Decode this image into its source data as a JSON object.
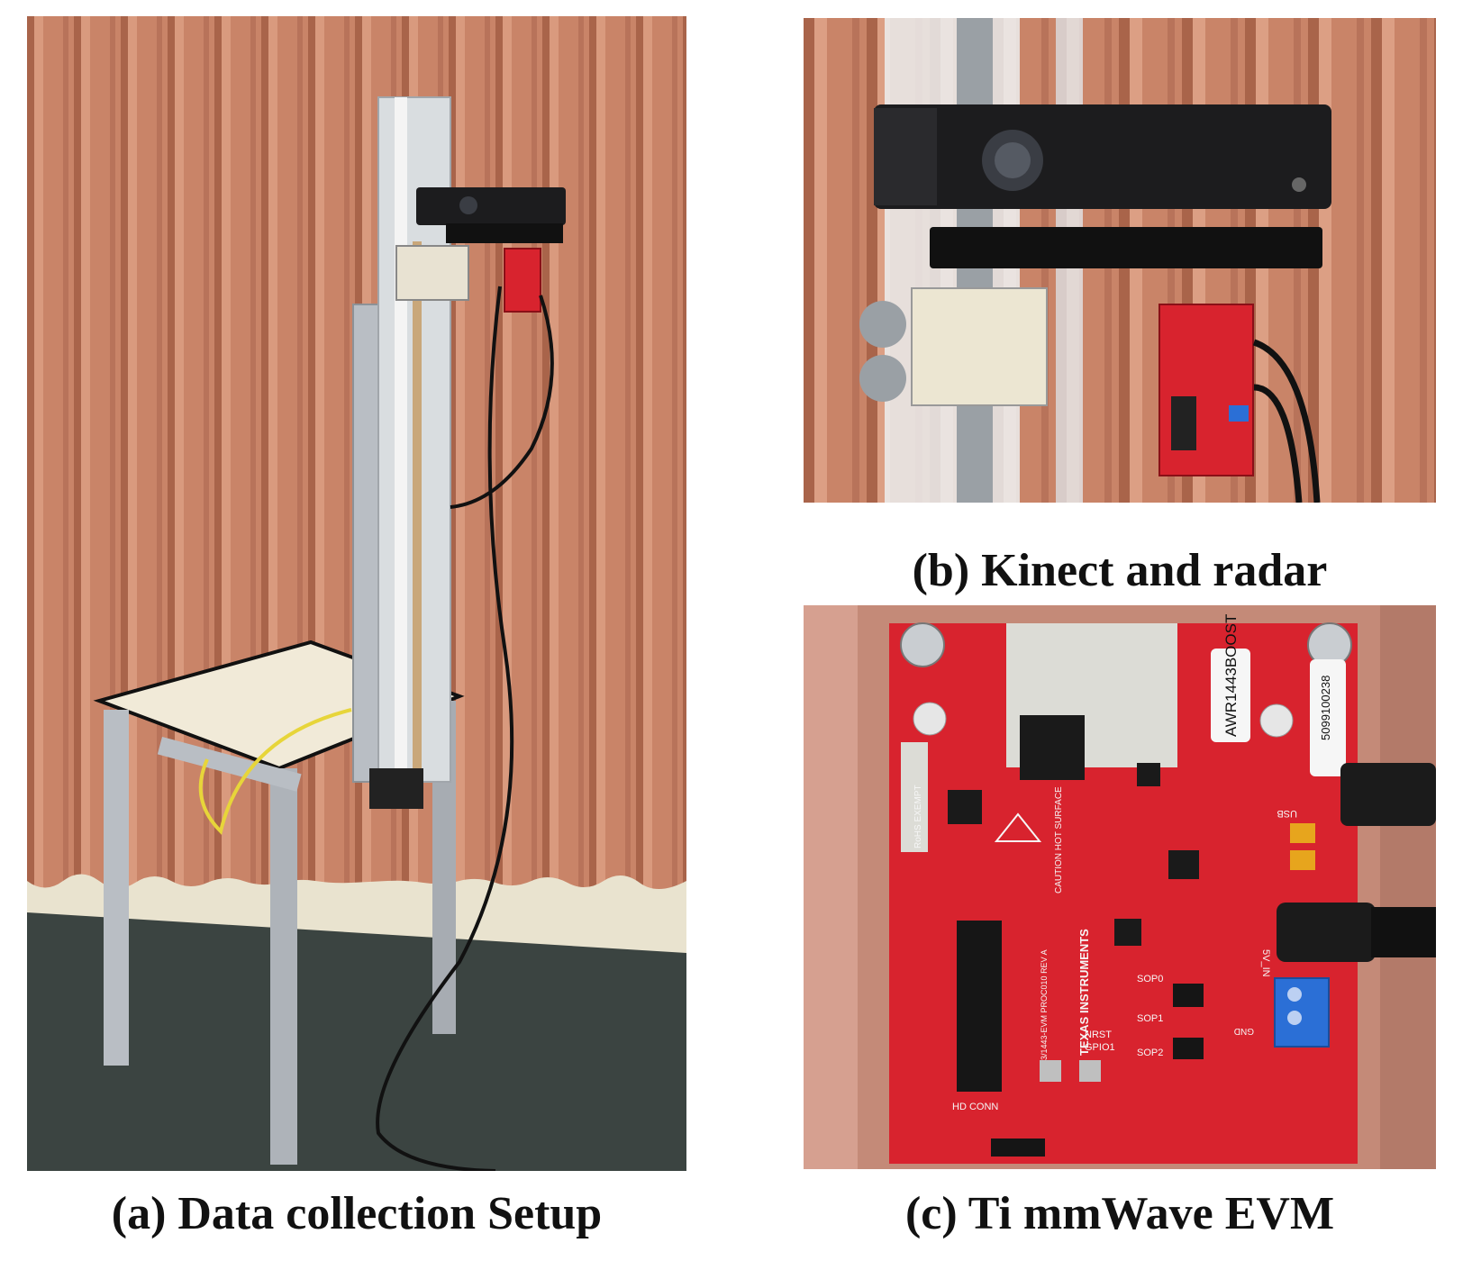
{
  "figure": {
    "caption_a": "(a) Data collection Setup",
    "caption_b": "(b) Kinect and radar",
    "caption_c": "(c) Ti mmWave EVM"
  },
  "board_labels": {
    "model": "AWR1443BOOST",
    "serial": "5099100238",
    "maker": "TEXAS INSTRUMENTS",
    "warning": "CAUTION HOT SURFACE",
    "usb": "USB",
    "gnd": "GND",
    "power": "5V_IN",
    "hd_conn": "HD CONN",
    "nrst": "NRST",
    "gpio": "GPIO1",
    "sop0": "SOP0",
    "sop1": "SOP1",
    "sop2": "SOP2",
    "rohs": "RoHS EXEMPT",
    "board_rev": "1243/1443-EVM PROC010 REV A"
  },
  "colors": {
    "curtain": "#c9866a",
    "curtain_dark": "#a9644a",
    "floor": "#3b4441",
    "board_red": "#d8232e",
    "aluminum": "#b9bec4",
    "kinect": "#1c1c1e"
  }
}
